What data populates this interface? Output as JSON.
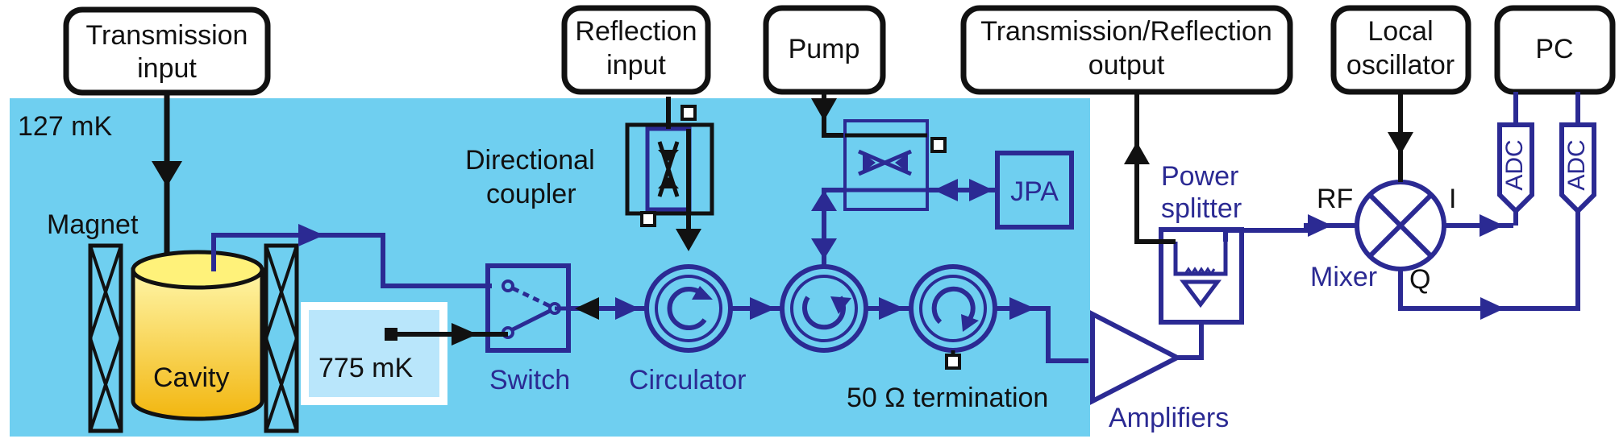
{
  "labels": {
    "transmission_input": [
      "Transmission",
      "input"
    ],
    "reflection_input": [
      "Reflection",
      "input"
    ],
    "pump": "Pump",
    "tr_output": [
      "Transmission/Reflection",
      "output"
    ],
    "local_oscillator": [
      "Local",
      "oscillator"
    ],
    "pc": "PC",
    "temp_fridge": "127 mK",
    "temp_switch": "775 mK",
    "magnet": "Magnet",
    "cavity": "Cavity",
    "directional_coupler": [
      "Directional",
      "coupler"
    ],
    "switch": "Switch",
    "circulator": "Circulator",
    "termination": "50 Ω termination",
    "jpa": "JPA",
    "power_splitter": [
      "Power",
      "splitter"
    ],
    "amplifiers": "Amplifiers",
    "mixer": "Mixer",
    "rf": "RF",
    "i": "I",
    "q": "Q",
    "adc1": "ADC",
    "adc2": "ADC"
  },
  "colors": {
    "fridge_bg": "#6fcff0",
    "switch_stage_bg": "#b9e6fb",
    "line_blue": "#2b2a93",
    "line_black": "#111111",
    "cavity_top": "#fff27a",
    "cavity_body": "#f6c21c"
  }
}
